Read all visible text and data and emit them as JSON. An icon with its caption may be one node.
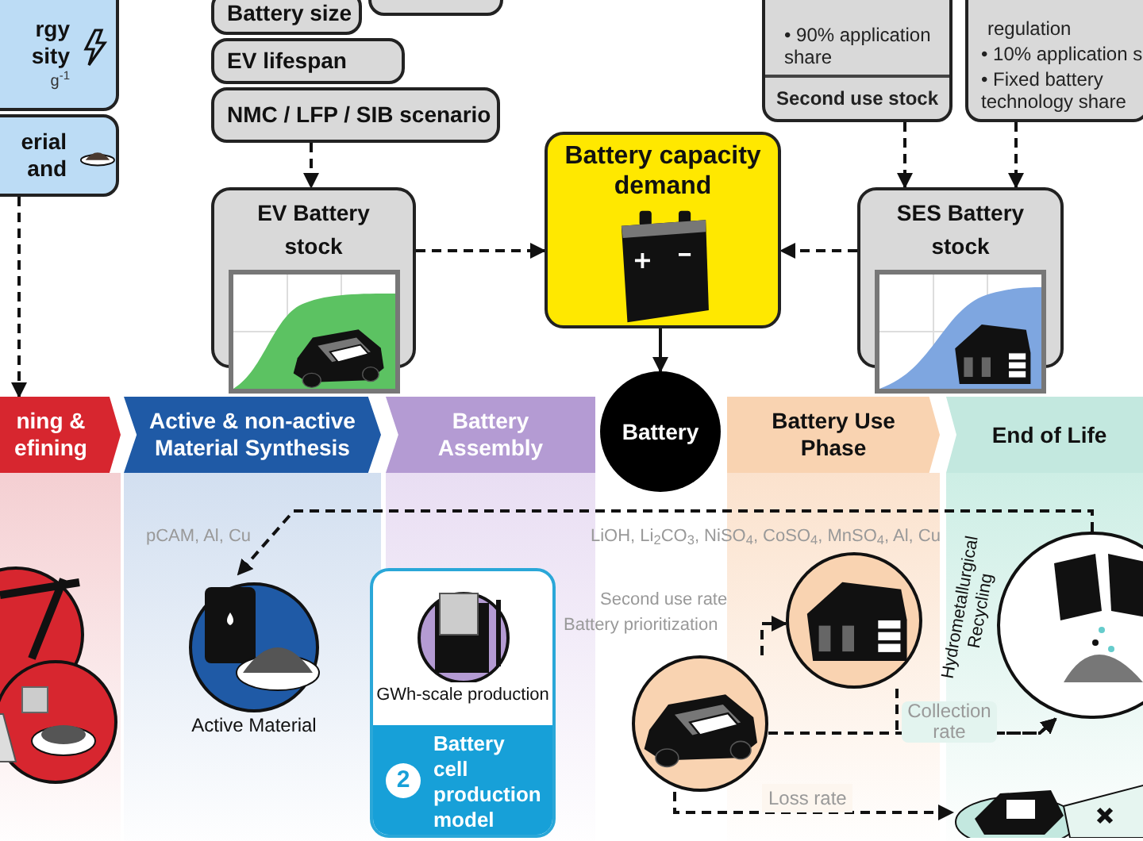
{
  "diagram": {
    "nodes": [
      {
        "text": [
          "rgy sity",
          "g$^{-1}$"
        ]
      },
      {
        "text": [
          "erial and"
        ]
      },
      {
        "text": [
          "Battery size"
        ]
      },
      {
        "text": [],
        "shape": "box"
      },
      {
        "text": [
          "EV lifespan"
        ]
      },
      {
        "text": [
          "NMC / LFP / SIB scenario"
        ]
      },
      {
        "text": [
          "EV Battery stock"
        ]
      },
      {
        "text": [
          "Battery capacity demand"
        ]
      },
      {
        "text": [
          "• 90% application share",
          "Second use stock"
        ]
      },
      {
        "text": [
          "regulation",
          "• 10% application s",
          "• Fixed battery technology share"
        ]
      },
      {
        "text": [
          "SES Battery stock"
        ]
      },
      {
        "text": [
          "Battery"
        ]
      },
      {
        "text": [
          "ning & efining"
        ]
      },
      {
        "text": [
          "Active & non-active Material Synthesis"
        ]
      },
      {
        "text": [
          "Battery Assembly"
        ]
      },
      {
        "text": [
          "Battery Use Phase"
        ]
      },
      {
        "text": [
          "End of Life"
        ]
      },
      {
        "text": [],
        "shape": "picture"
      },
      {
        "text": [
          "Active Material"
        ]
      },
      {
        "text": [
          "GWh-scale production",
          "Battery cell production model"
        ]
      },
      {
        "text": [],
        "shape": "picture"
      },
      {
        "text": [],
        "shape": "picture"
      },
      {
        "text": [
          "Hydrometallurgical Recycling"
        ]
      },
      {
        "text": [],
        "shape": "picture"
      }
    ],
    "edges": [
      {
        "from": 1,
        "to": 12,
        "arrow": "to",
        "style": "dashed"
      },
      {
        "from": 5,
        "to": 6,
        "arrow": "to",
        "style": "dashed"
      },
      {
        "from": 6,
        "to": 7,
        "arrow": "to",
        "style": "dashed"
      },
      {
        "from": 8,
        "to": 10,
        "arrow": "to",
        "style": "dashed"
      },
      {
        "from": 9,
        "to": 10,
        "arrow": "to",
        "style": "dashed"
      },
      {
        "from": 10,
        "to": 7,
        "arrow": "to",
        "style": "dashed"
      },
      {
        "from": 7,
        "to": 11,
        "arrow": "to"
      },
      {
        "from": 22,
        "to": 18,
        "arrow": "to",
        "style": "dashed"
      },
      {
        "from": 21,
        "to": 20,
        "arrow": "to",
        "style": "dashed"
      },
      {
        "from": 20,
        "to": 22,
        "arrow": "to",
        "style": "dashed",
        "label": "Collection rate"
      },
      {
        "from": 21,
        "to": 22,
        "arrow": "to",
        "style": "dashed"
      },
      {
        "from": 21,
        "to": 23,
        "arrow": "to",
        "style": "dashed",
        "label": "Loss rate"
      }
    ],
    "labels": [
      "pCAM, Al, Cu",
      "LiOH, Li$_{2}$CO$_{3}$, NiSO$_{4}$, CoSO$_{4}$, MnSO$_{4}$, Al, Cu",
      "Second use rate",
      "Battery prioritization",
      "2"
    ]
  }
}
